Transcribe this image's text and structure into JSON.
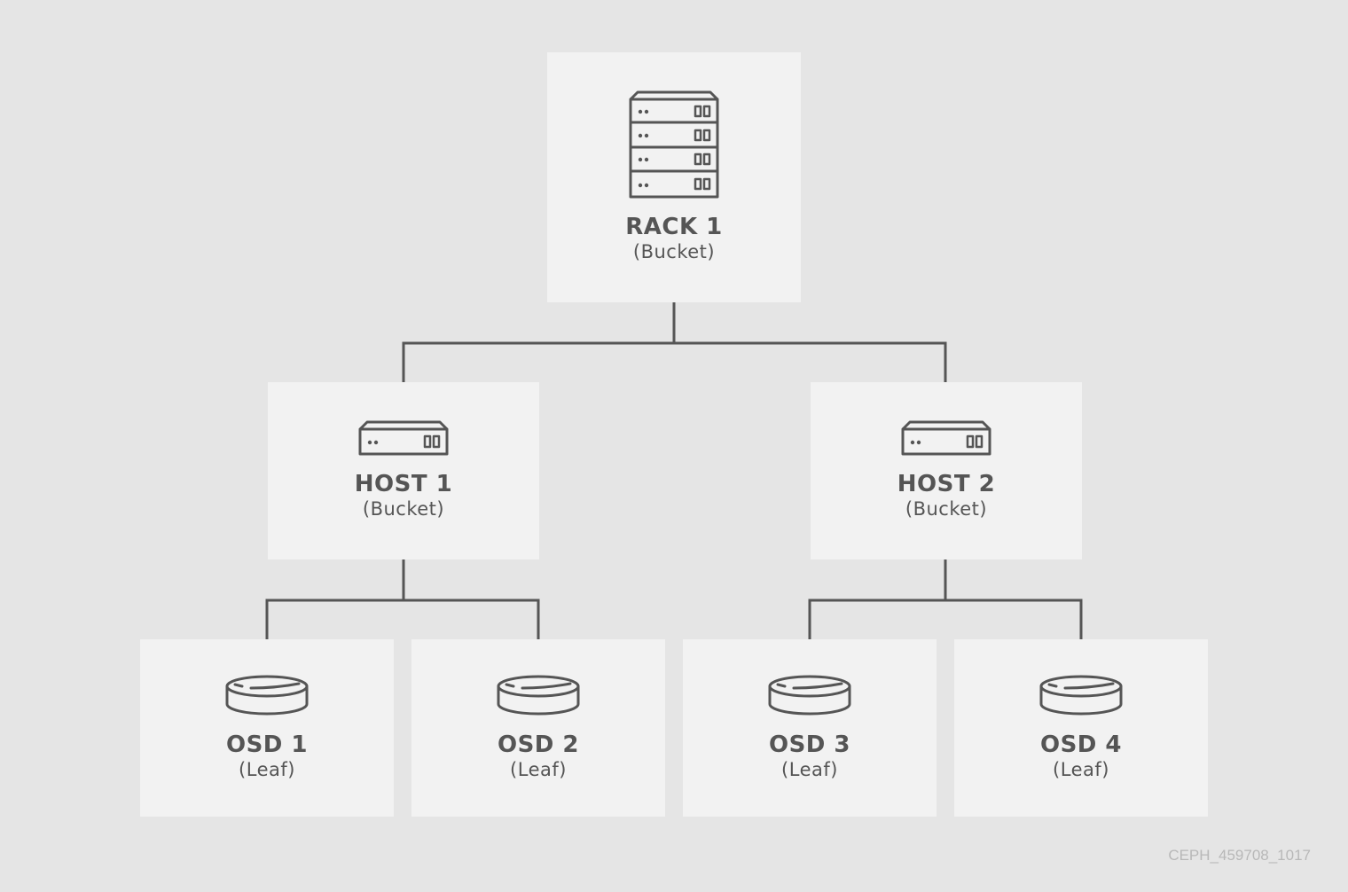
{
  "diagram": {
    "rack": {
      "title": "RACK 1",
      "subtitle": "(Bucket)",
      "icon": "server-rack-icon"
    },
    "hosts": [
      {
        "title": "HOST 1",
        "subtitle": "(Bucket)",
        "icon": "server-host-icon"
      },
      {
        "title": "HOST 2",
        "subtitle": "(Bucket)",
        "icon": "server-host-icon"
      }
    ],
    "osds": [
      {
        "title": "OSD 1",
        "subtitle": "(Leaf)",
        "icon": "disk-icon"
      },
      {
        "title": "OSD 2",
        "subtitle": "(Leaf)",
        "icon": "disk-icon"
      },
      {
        "title": "OSD 3",
        "subtitle": "(Leaf)",
        "icon": "disk-icon"
      },
      {
        "title": "OSD 4",
        "subtitle": "(Leaf)",
        "icon": "disk-icon"
      }
    ]
  },
  "watermark": "CEPH_459708_1017",
  "colors": {
    "background": "#e5e5e5",
    "node_fill": "#f2f2f2",
    "line": "#555555",
    "watermark": "#b8b8b8"
  }
}
